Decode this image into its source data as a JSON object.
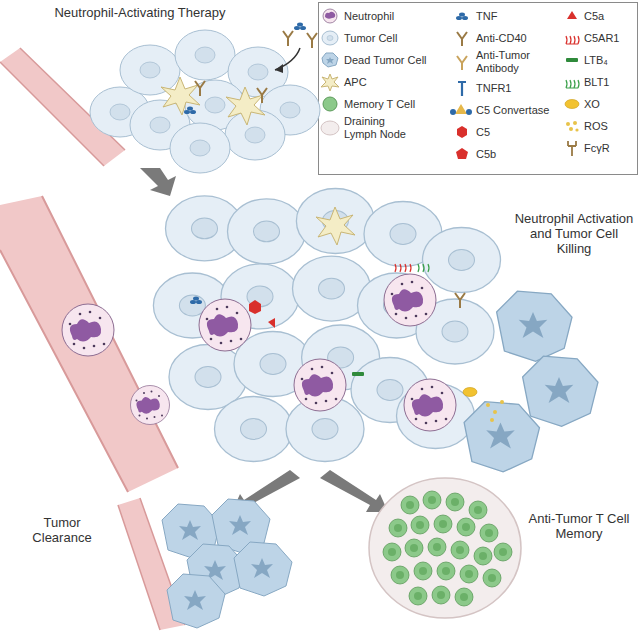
{
  "diagram": {
    "labels": [
      "Neutrophil-Activating Therapy",
      "Neutrophil Activation and Tumor Cell Killing",
      "Tumor Clearance",
      "Anti-Tumor T Cell Memory"
    ],
    "legend": [
      {
        "text": "Neutrophil"
      },
      {
        "text": "Tumor Cell"
      },
      {
        "text": "Dead Tumor Cell"
      },
      {
        "text": "APC"
      },
      {
        "text": "Memory T Cell"
      },
      {
        "text": "Draining Lymph Node"
      },
      {
        "text": "TNF"
      },
      {
        "text": "Anti-CD40"
      },
      {
        "text": "Anti-Tumor Antibody"
      },
      {
        "text": "TNFR1"
      },
      {
        "text": "C5 Convertase"
      },
      {
        "text": "C5"
      },
      {
        "text": "C5b"
      },
      {
        "text": "C5a"
      },
      {
        "text": "C5AR1"
      },
      {
        "text": "LTB₄"
      },
      {
        "text": "BLT1"
      },
      {
        "text": "XO"
      },
      {
        "text": "ROS"
      },
      {
        "text": "FcγR"
      }
    ]
  }
}
